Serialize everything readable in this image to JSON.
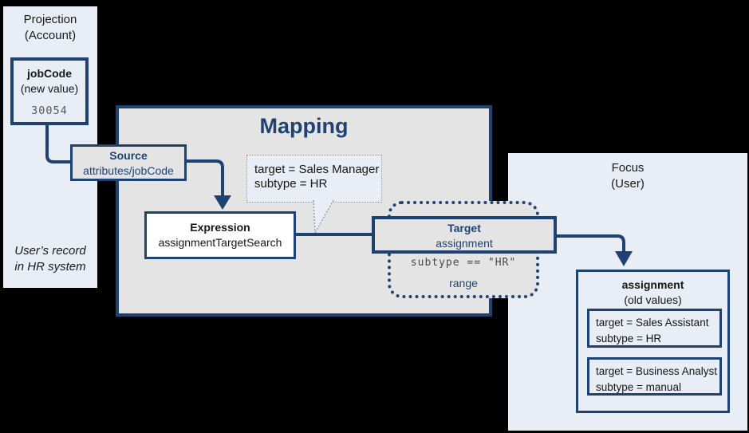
{
  "colors": {
    "accent": "#1f4273",
    "panel_bg": "#e8edf6",
    "box_gray": "#e4e4e4",
    "mono_gray": "#595959",
    "canvas_bg": "#000000"
  },
  "projection_panel": {
    "title_line1": "Projection",
    "title_line2": "(Account)",
    "footnote_line1": "User’s record",
    "footnote_line2": "in HR system"
  },
  "jobcode_box": {
    "title": "jobCode",
    "subtitle": "(new value)",
    "value": "30054"
  },
  "source_box": {
    "title": "Source",
    "subtitle": "attributes/jobCode"
  },
  "mapping": {
    "title": "Mapping"
  },
  "expression_box": {
    "title": "Expression",
    "subtitle": "assignmentTargetSearch"
  },
  "bubble": {
    "line1": "target = Sales Manager",
    "line2": "subtype = HR"
  },
  "target_box": {
    "title": "Target",
    "subtitle": "assignment"
  },
  "range_area": {
    "condition": "subtype == \"HR\"",
    "label": "range"
  },
  "focus_panel": {
    "title_line1": "Focus",
    "title_line2": "(User)"
  },
  "assignment_box": {
    "title": "assignment",
    "subtitle": "(old values)",
    "entries": [
      {
        "line1": "target = Sales Assistant",
        "line2": "subtype = HR"
      },
      {
        "line1": "target = Business Analyst",
        "line2": "subtype = manual"
      }
    ]
  }
}
